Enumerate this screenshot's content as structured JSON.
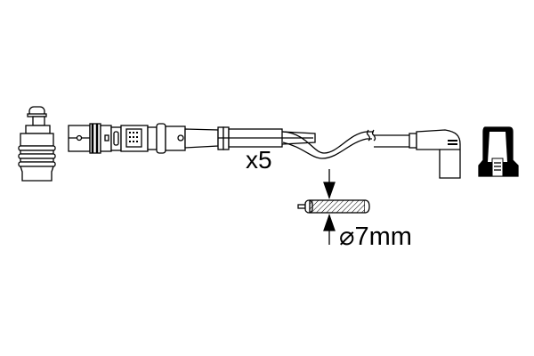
{
  "diagram": {
    "subject": "ignition lead set technical drawing",
    "quantity_label": "x5",
    "diameter_symbol": "⌀",
    "diameter_label": "7mm",
    "colors": {
      "line": "#000000",
      "background": "#ffffff"
    },
    "parts": [
      {
        "name": "spark-plug-boot-rubber",
        "position": "left"
      },
      {
        "name": "coil-connector-end",
        "position": "center-left"
      },
      {
        "name": "cable",
        "position": "center"
      },
      {
        "name": "angled-distributor-connector",
        "position": "right"
      },
      {
        "name": "distributor-cap-terminal",
        "position": "far-right"
      }
    ]
  }
}
